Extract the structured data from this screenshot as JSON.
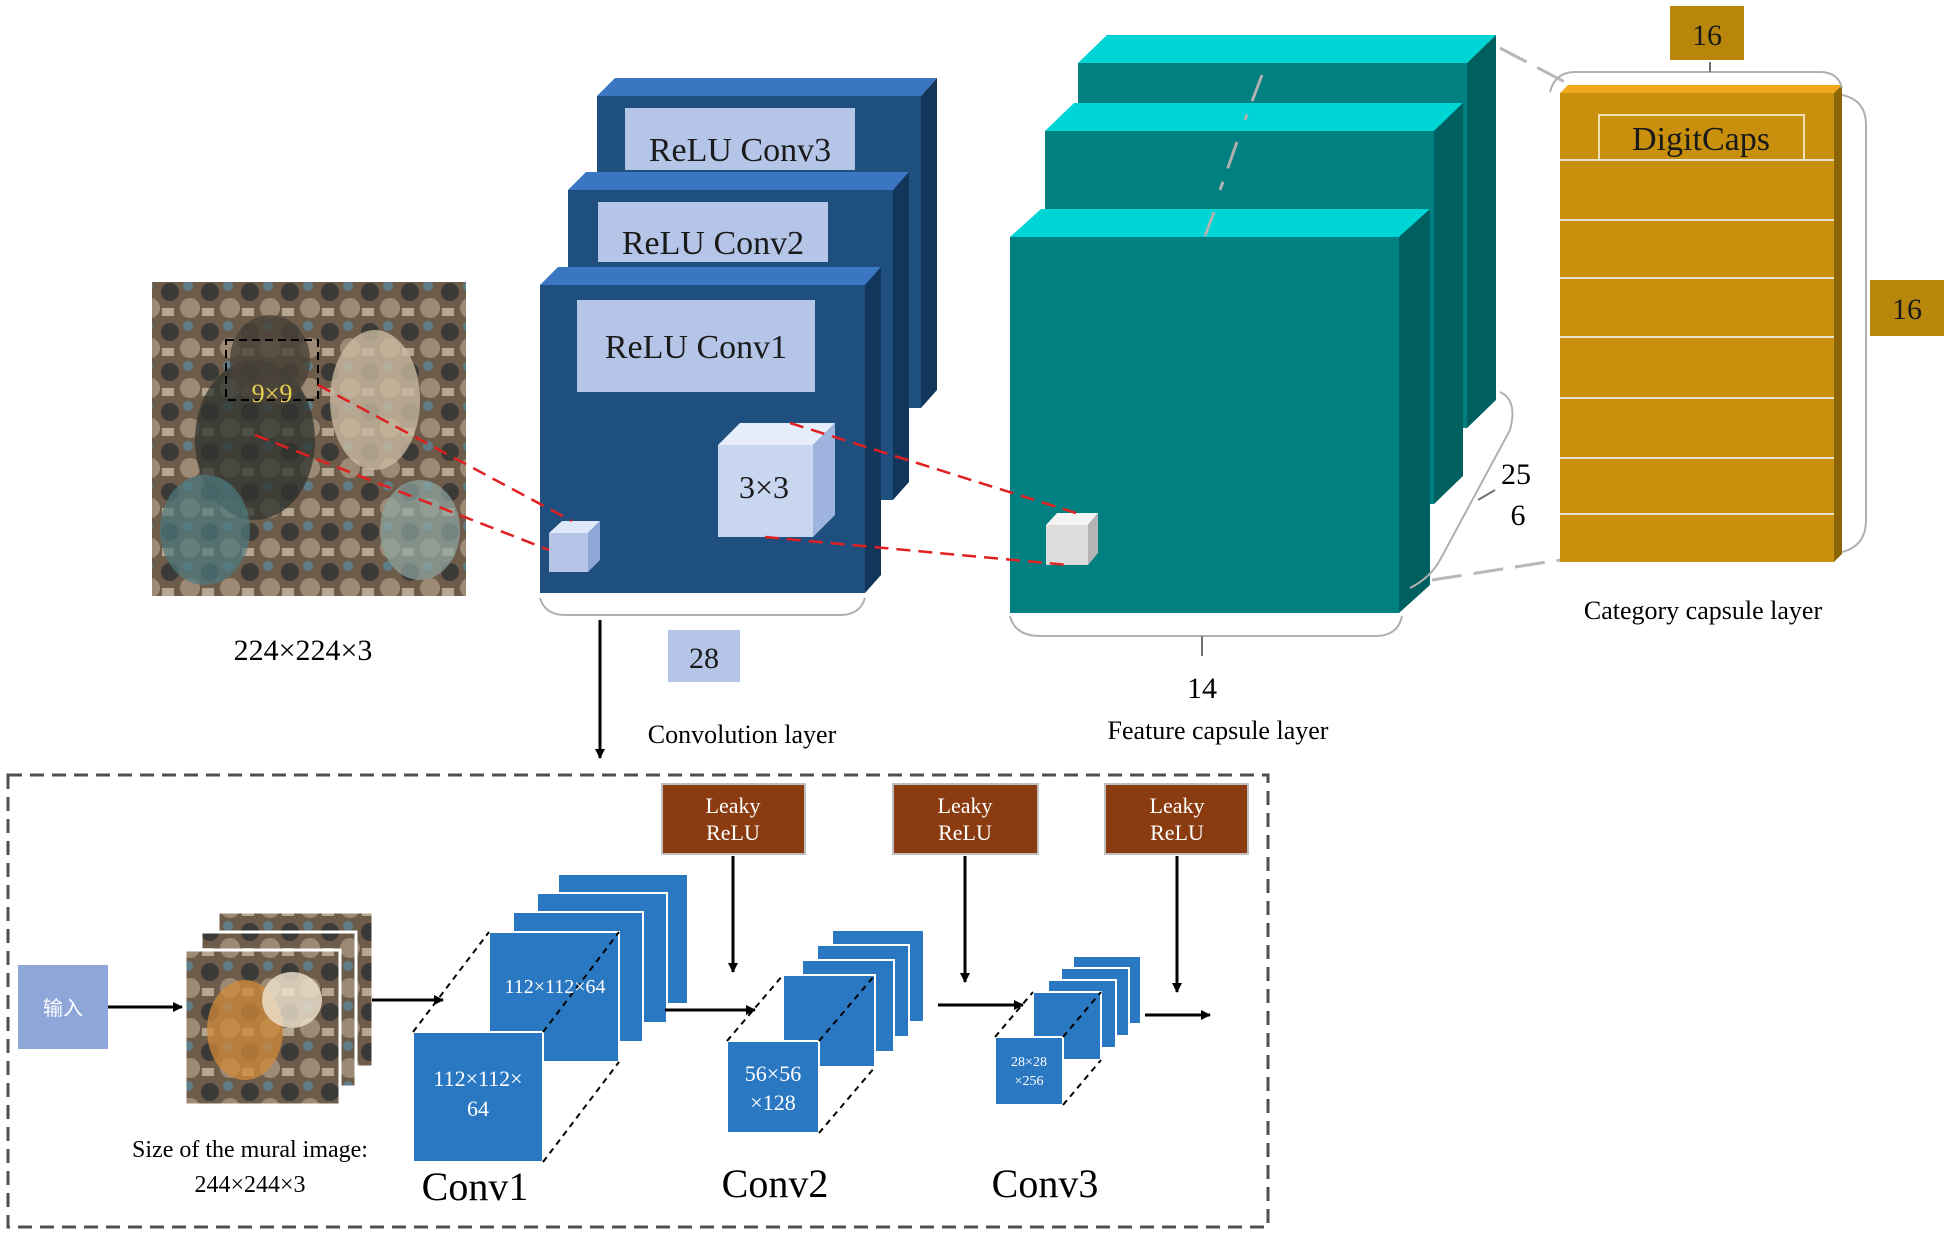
{
  "top": {
    "input_image_label": "224×224×3",
    "kernel_label": "9×9",
    "conv_layers": [
      "ReLU Conv3",
      "ReLU Conv2",
      "ReLU Conv1"
    ],
    "small_kernel_label": "3×3",
    "conv_width": "28",
    "conv_layer_caption": "Convolution layer",
    "feature_dim_25": "25",
    "feature_dim_6": "6",
    "feature_width": "14",
    "feature_caption": "Feature capsule layer",
    "digitcaps_label": "DigitCaps",
    "digitcaps_top_dim": "16",
    "digitcaps_side_dim": "16",
    "category_caption": "Category capsule layer"
  },
  "bottom": {
    "input_label": "输入",
    "mural_caption_line1": "Size of the mural image:",
    "mural_caption_line2": "244×244×3",
    "activations": [
      "Leaky ReLU",
      "Leaky ReLU",
      "Leaky ReLU"
    ],
    "activation_line1": "Leaky",
    "activation_line2": "ReLU",
    "conv1_back_label": "112×112×64",
    "conv1_front_line1": "112×112×",
    "conv1_front_line2": "64",
    "conv2_line1": "56×56",
    "conv2_line2": "×128",
    "conv3_line1": "28×28",
    "conv3_line2": "×256",
    "conv1_name": "Conv1",
    "conv2_name": "Conv2",
    "conv3_name": "Conv3"
  },
  "colors": {
    "conv_dark_blue": "#1f4f7f",
    "conv_label_bg": "#b4c5e8",
    "feature_teal": "#008080",
    "feature_top": "#00d5d5",
    "digitcaps_gold": "#c8900c",
    "dim_box_gold": "#b8860b",
    "leaky_brown": "#8a3c10",
    "bottom_blue": "#2a78c2",
    "input_box": "#8fa6d9"
  }
}
